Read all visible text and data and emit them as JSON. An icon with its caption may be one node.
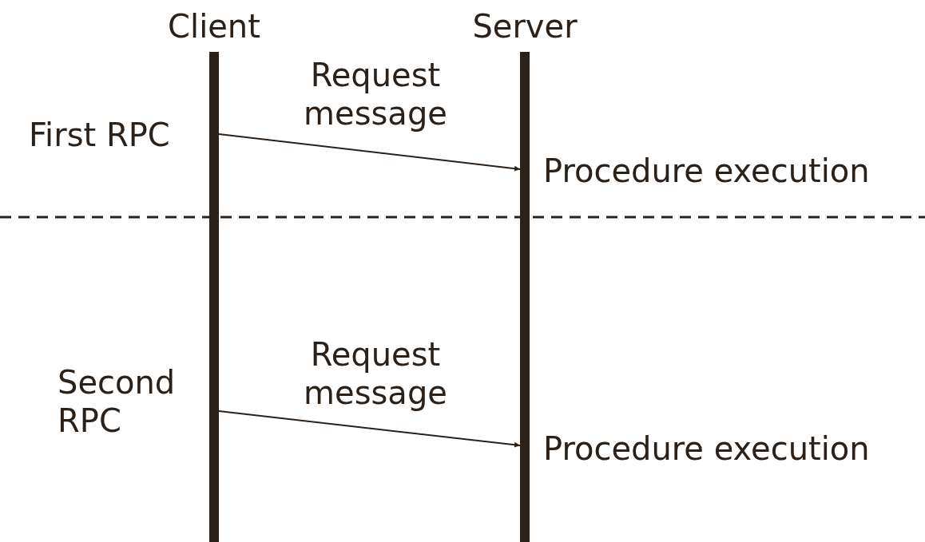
{
  "diagram": {
    "nodes": [
      {
        "text": [
          "Client"
        ]
      },
      {
        "text": [
          "Server"
        ]
      }
    ],
    "edges": [
      {
        "from": 0,
        "to": 1,
        "arrow": "to",
        "label": "Request message"
      },
      {
        "from": 0,
        "to": 1,
        "arrow": "to",
        "label": "Request message"
      }
    ],
    "labels": [
      "First RPC",
      "Procedure execution",
      "Second RPC",
      "Procedure execution"
    ]
  }
}
